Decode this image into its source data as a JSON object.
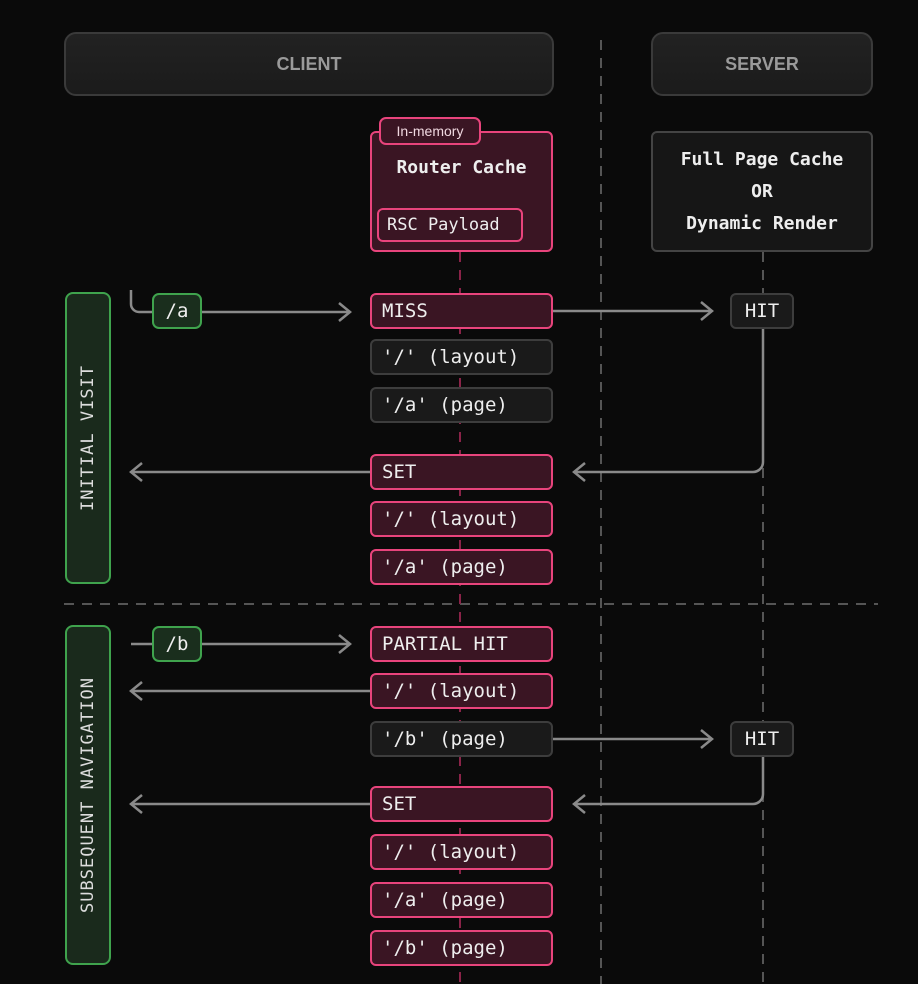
{
  "headers": {
    "client": "CLIENT",
    "server": "SERVER"
  },
  "router_cache": {
    "tag": "In-memory",
    "title": "Router Cache",
    "payload": "RSC Payload"
  },
  "server_box": {
    "lines": [
      "Full Page Cache",
      "OR",
      "Dynamic Render"
    ]
  },
  "phases": [
    {
      "label": "INITIAL VISIT",
      "route": "/a",
      "request": {
        "status": "MISS",
        "segments": [
          "'/' (layout)",
          "'/a' (page)"
        ]
      },
      "server_hit": "HIT",
      "response": {
        "status": "SET",
        "segments": [
          "'/' (layout)",
          "'/a' (page)"
        ]
      }
    },
    {
      "label": "SUBSEQUENT NAVIGATION",
      "route": "/b",
      "request": {
        "status": "PARTIAL HIT",
        "segments": [
          "'/' (layout)",
          "'/b' (page)"
        ]
      },
      "server_hit": "HIT",
      "response": {
        "status": "SET",
        "segments": [
          "'/' (layout)",
          "'/a' (page)",
          "'/b' (page)"
        ]
      }
    }
  ],
  "colors": {
    "cache_pink": "#e8447c",
    "route_green": "#3fa34d",
    "line_gray": "#8a8a8a"
  }
}
